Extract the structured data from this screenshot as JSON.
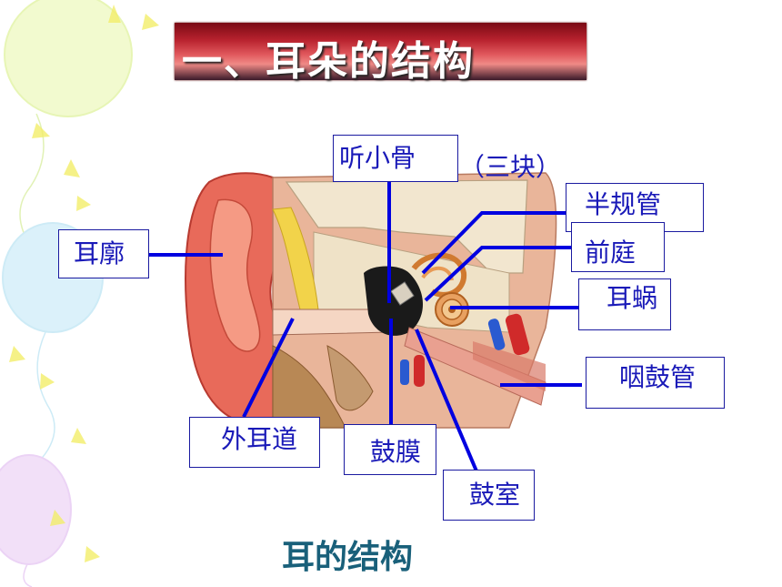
{
  "slide": {
    "title": "一、耳朵的结构",
    "caption": "耳的结构"
  },
  "labels": {
    "ossicles": "听小骨",
    "ossicles_note": "（三块）",
    "semicircular_canals": "半规管",
    "vestibule": "前庭",
    "cochlea": "耳蜗",
    "auricle": "耳廓",
    "eustachian_tube": "咽鼓管",
    "ear_canal": "外耳道",
    "eardrum": "鼓膜",
    "tympanic_cavity": "鼓室"
  },
  "colors": {
    "label_text": "#1a1ab8",
    "pointer_line": "#0000e0",
    "caption": "#19607a"
  }
}
